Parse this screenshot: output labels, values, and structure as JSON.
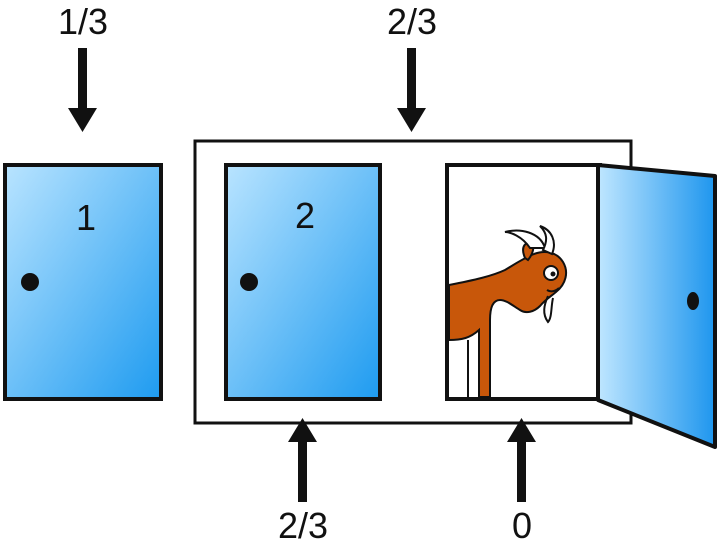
{
  "doors": [
    {
      "number": "1"
    },
    {
      "number": "2"
    }
  ],
  "probabilities": {
    "door1": "1/3",
    "group_top": "2/3",
    "door2_bottom": "2/3",
    "door3_bottom": "0"
  },
  "colors": {
    "door_light": "#aee0ff",
    "door_dark": "#1e9bf0",
    "outline": "#111111",
    "goat": "#c8570a",
    "arrow": "#111111"
  }
}
